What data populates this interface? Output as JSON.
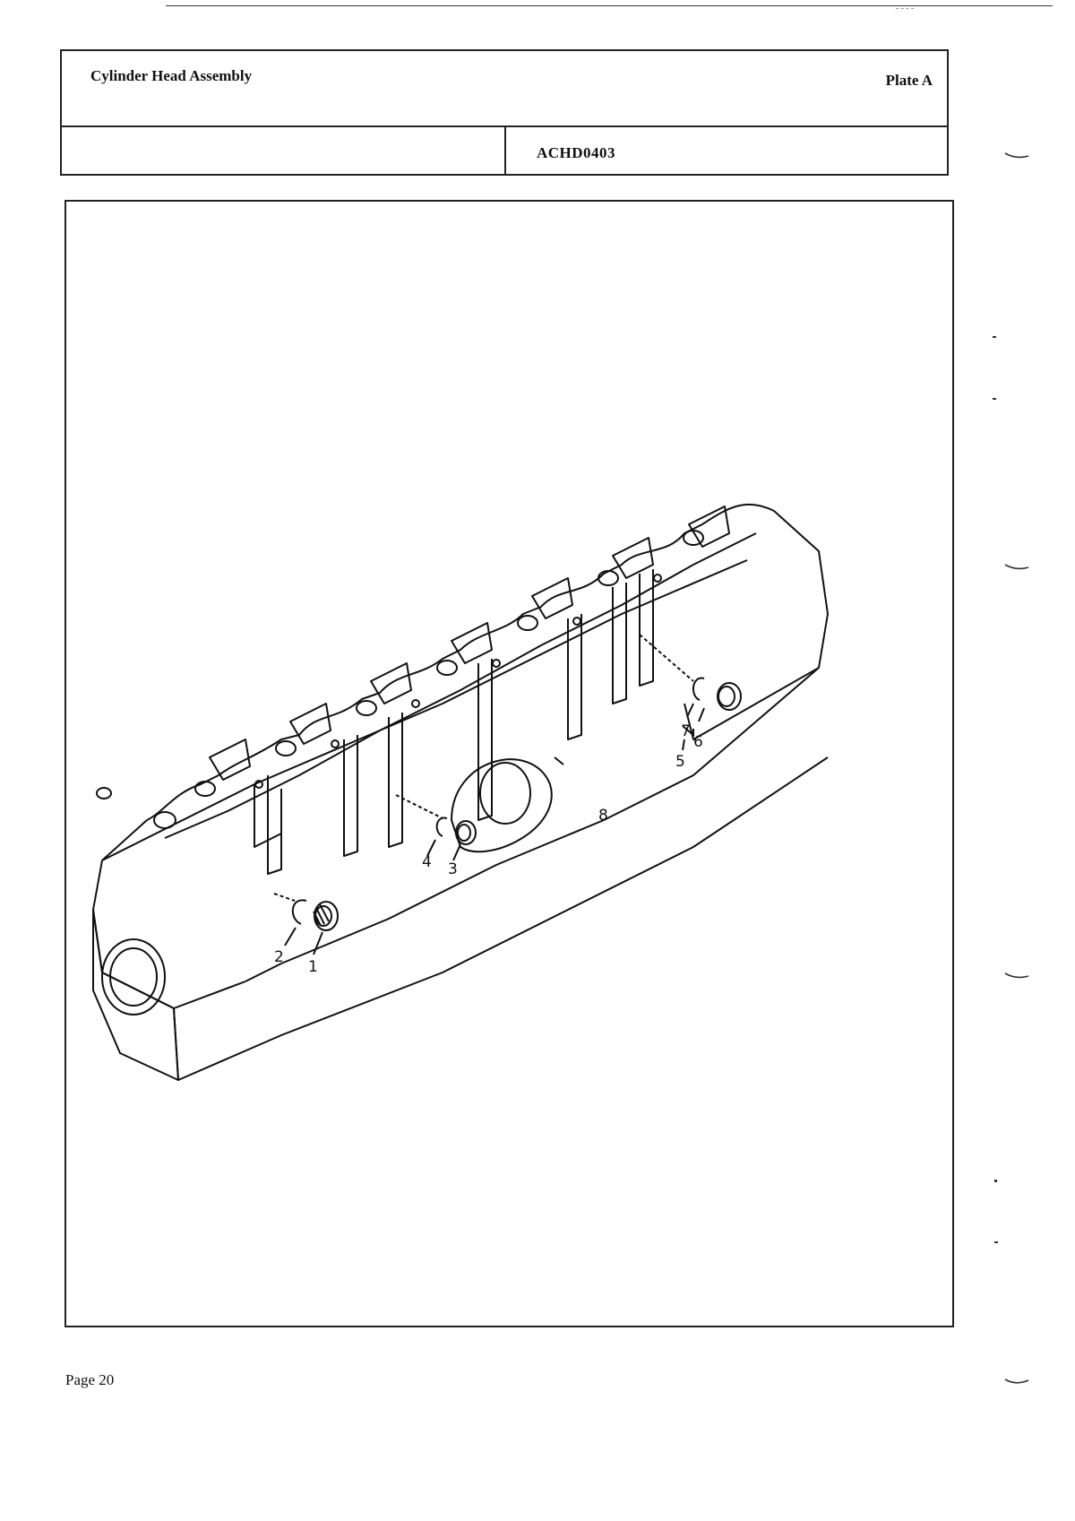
{
  "header": {
    "title": "Cylinder Head Assembly",
    "plate": "Plate A",
    "drawing_number": "ACHD0403"
  },
  "figure": {
    "callouts": [
      {
        "label": "1"
      },
      {
        "label": "2"
      },
      {
        "label": "3"
      },
      {
        "label": "4"
      },
      {
        "label": "5"
      },
      {
        "label": "6"
      },
      {
        "label": "7"
      },
      {
        "label": "8"
      }
    ]
  },
  "footer": {
    "page_number": "Page 20"
  }
}
